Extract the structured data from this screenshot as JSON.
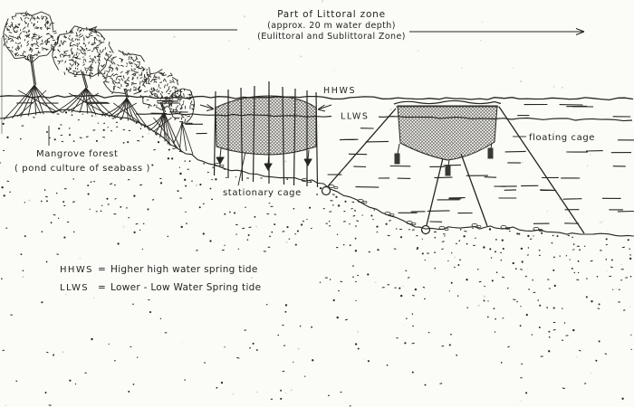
{
  "figure": {
    "title": {
      "line1": "Part of Littoral zone",
      "line2": "(approx. 20 m water depth)",
      "line3": "(Eulittoral and Sublittoral Zone)"
    },
    "water_levels": {
      "hhws": "HHWS",
      "llws": "LLWS"
    },
    "structures": {
      "floating_cage": "floating cage",
      "stationary_cage": "stationary cage"
    },
    "mangrove": {
      "line1": "Mangrove forest",
      "line2": "( pond culture of seabass )"
    },
    "legend": {
      "hhws_abbr": "HHWS",
      "hhws_eq": "=",
      "hhws_def": "Higher high water spring tide",
      "llws_abbr": "LLWS",
      "llws_eq": "=",
      "llws_def": "Lower - Low Water Spring tide"
    },
    "colors": {
      "ink": "#26241f",
      "paper": "#fbfbf8"
    }
  }
}
